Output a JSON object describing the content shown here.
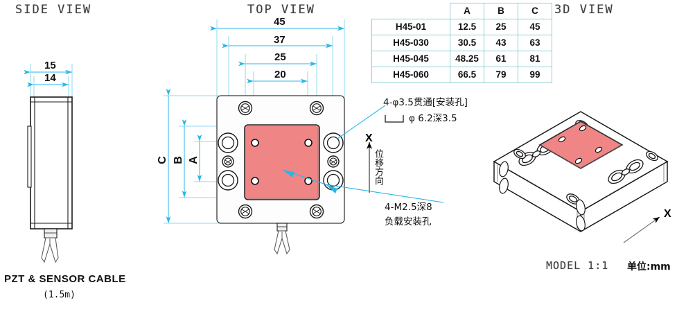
{
  "sheet": {
    "unit_note": "单位:mm",
    "model_scale": "MODEL 1:1"
  },
  "views": {
    "side": {
      "title": "SIDE VIEW",
      "dims": [
        {
          "value": "15"
        },
        {
          "value": "14"
        }
      ],
      "cable_caption": "PZT & SENSOR CABLE",
      "cable_length": "(1.5m)"
    },
    "top": {
      "title": "TOP VIEW",
      "horizontal_dims": [
        {
          "value": "45"
        },
        {
          "value": "37"
        },
        {
          "value": "25"
        },
        {
          "value": "20"
        }
      ],
      "vertical_dims": [
        {
          "value": "C"
        },
        {
          "value": "B"
        },
        {
          "value": "A"
        }
      ],
      "axis_label": "X",
      "axis_direction_cn": "位移方向",
      "annotations": [
        {
          "line1": "4-φ3.5贯通[安装孔]",
          "line2": "φ 6.2深3.5"
        },
        {
          "line1": "4-M2.5深8",
          "line2": "负载安装孔"
        }
      ]
    },
    "three_d": {
      "title": "3D VIEW",
      "axis_label": "X"
    }
  },
  "spec_table": {
    "columns": [
      "",
      "A",
      "B",
      "C"
    ],
    "rows": [
      {
        "model": "H45-01",
        "A": "12.5",
        "B": "25",
        "C": "45"
      },
      {
        "model": "H45-030",
        "A": "30.5",
        "B": "43",
        "C": "63"
      },
      {
        "model": "H45-045",
        "A": "48.25",
        "B": "61",
        "C": "81"
      },
      {
        "model": "H45-060",
        "A": "66.5",
        "B": "79",
        "C": "99"
      }
    ]
  },
  "colors": {
    "dimension": "#29b6e8",
    "plate": "#ef8585",
    "body": "#fdfdfd",
    "outline": "#1a1a1a",
    "table_border": "#8fcfd4"
  }
}
